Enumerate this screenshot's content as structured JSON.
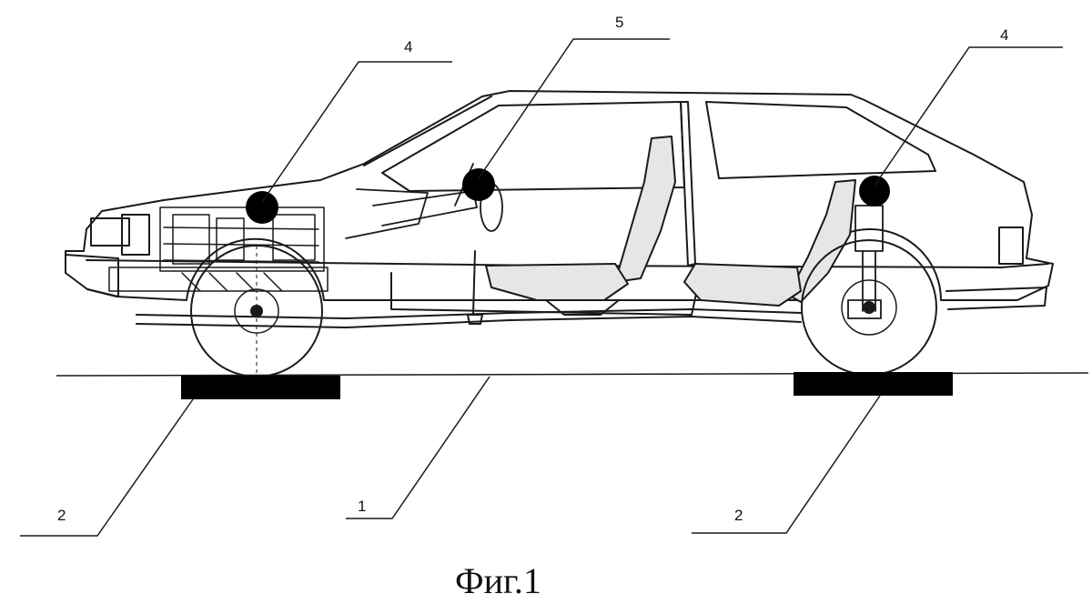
{
  "figure": {
    "caption": "Фиг.1",
    "callouts": {
      "body_label": "1",
      "platform_front_label": "2",
      "platform_rear_label": "2",
      "sensor_front_label": "4",
      "sensor_rear_label": "4",
      "steering_sensor_label": "5"
    }
  },
  "colors": {
    "line": "#1a1a1a",
    "marker": "#000000",
    "background": "#ffffff"
  }
}
